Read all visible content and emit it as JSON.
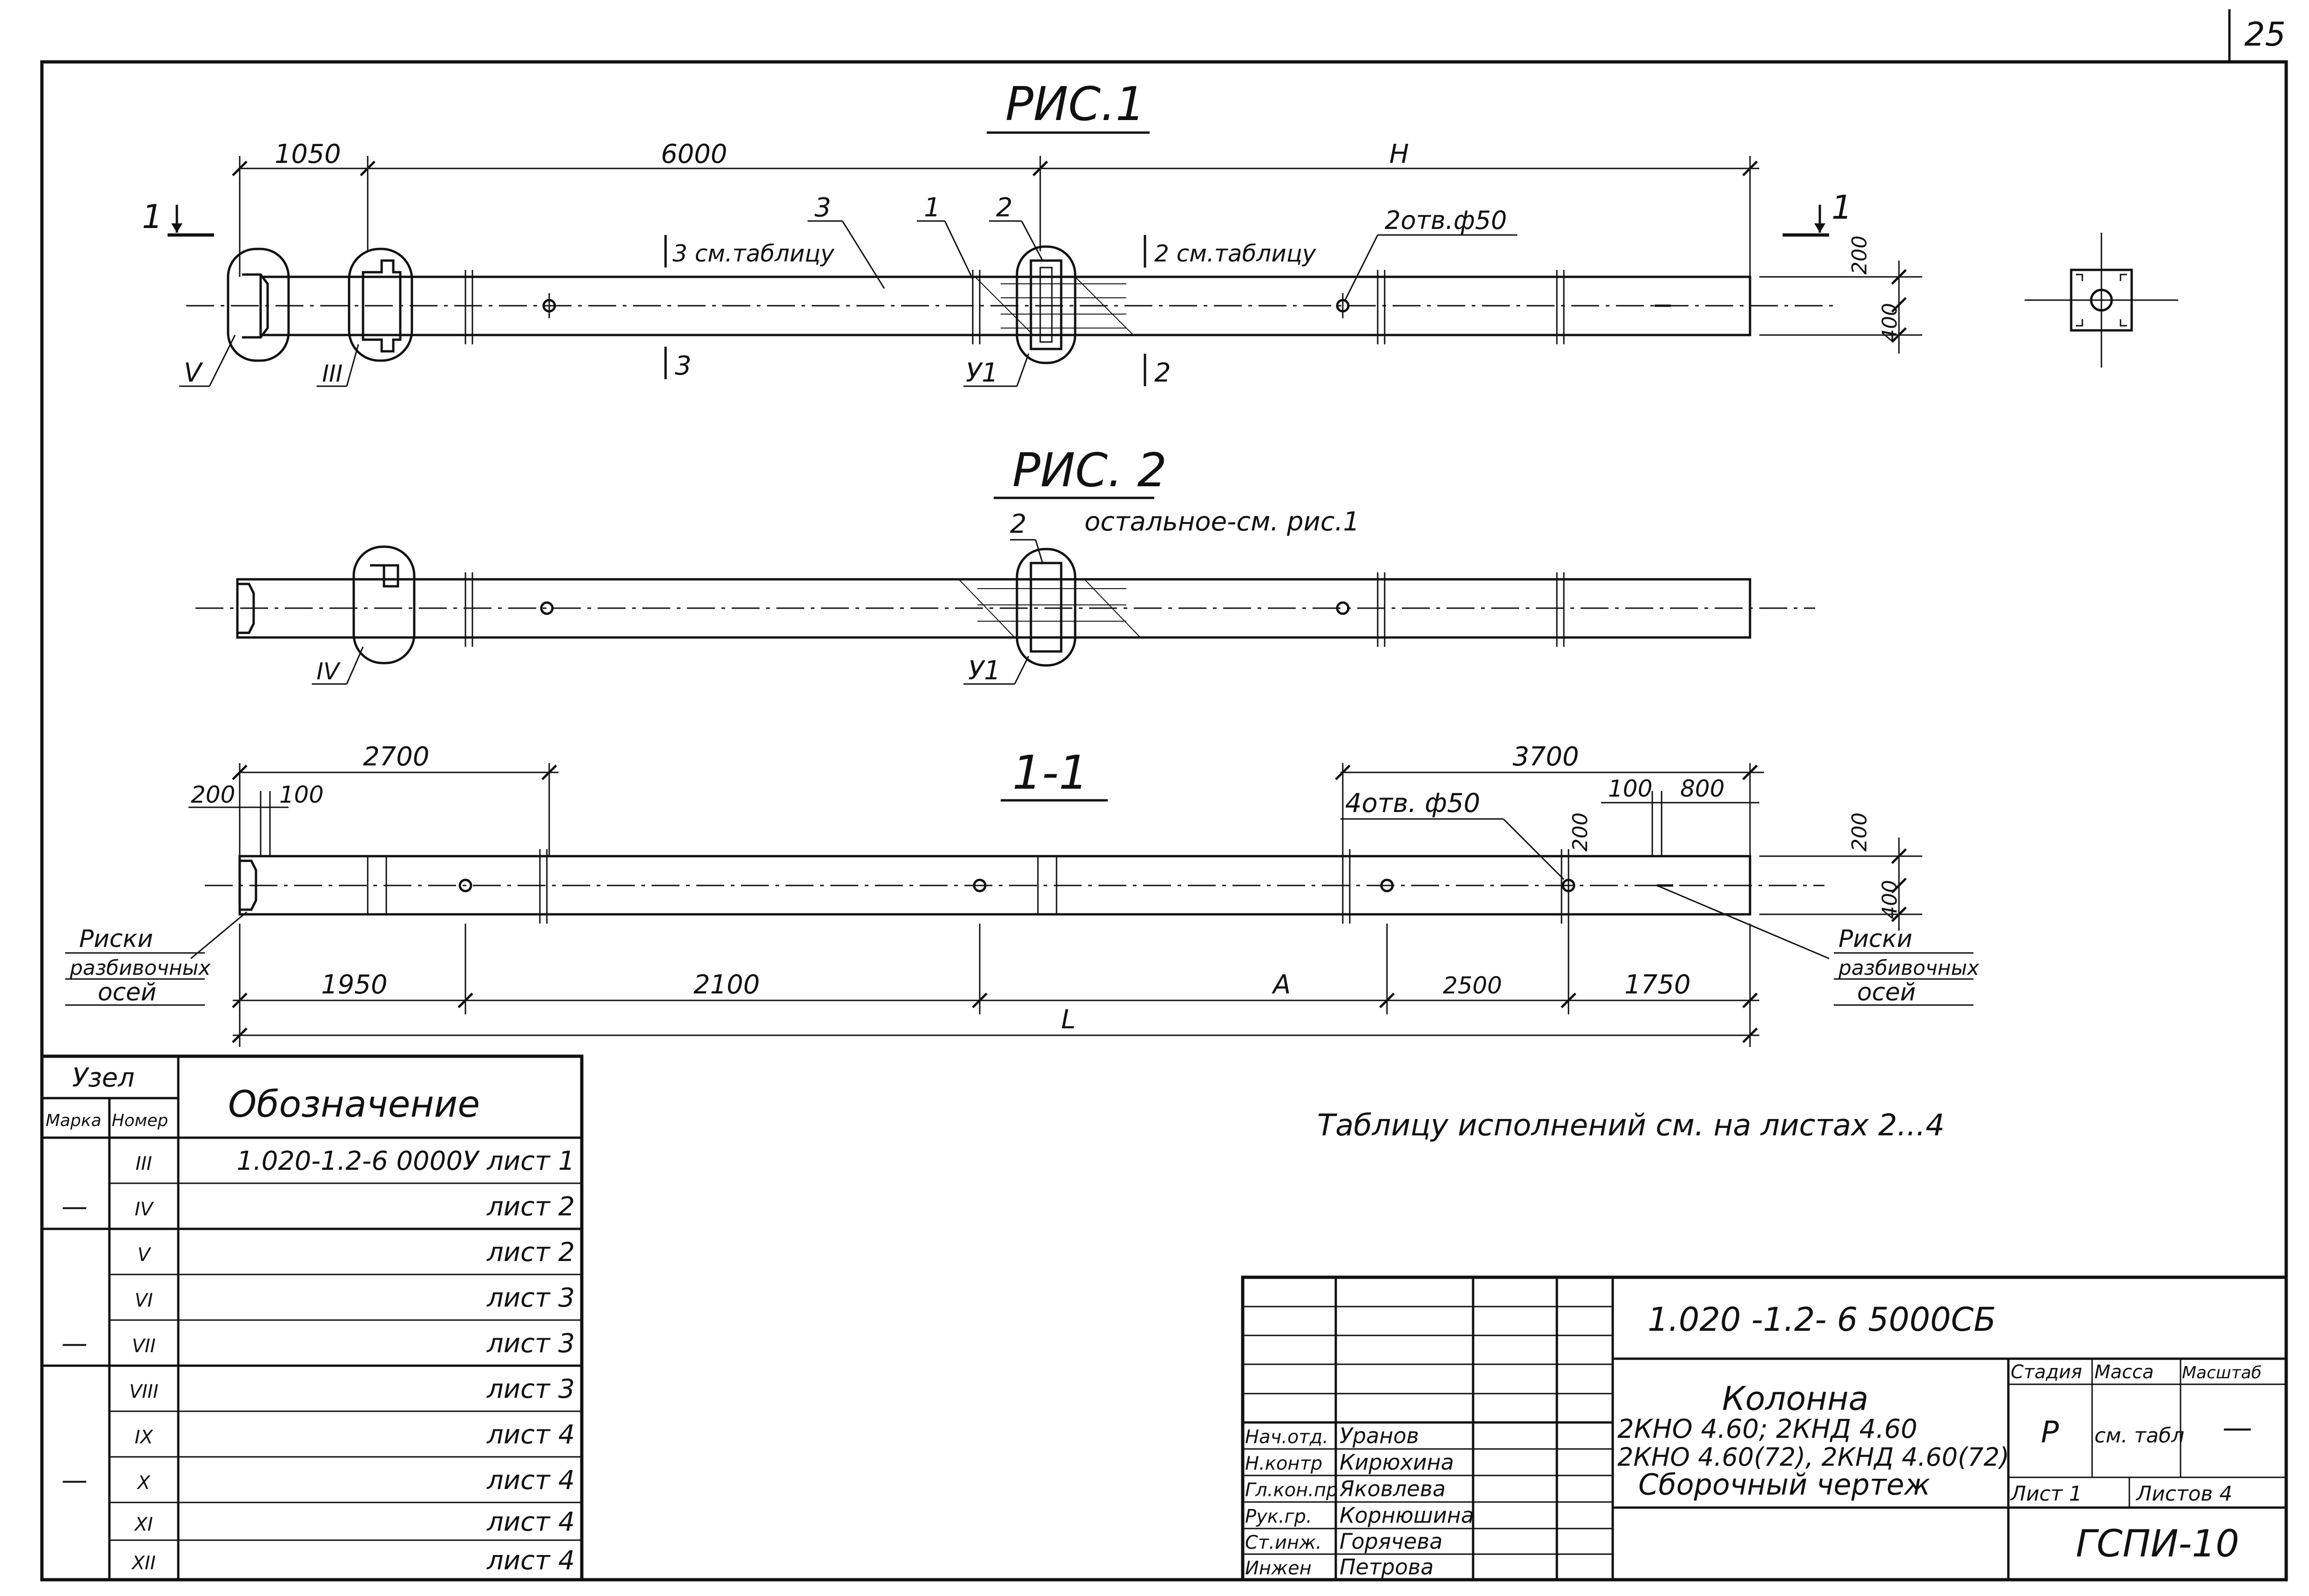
{
  "sheet": {
    "number": "25"
  },
  "fig1": {
    "title": "РИС.1",
    "dims": {
      "d1": "1050",
      "d2": "6000",
      "d3": "H"
    },
    "leaders": {
      "p3": "3",
      "p1": "1",
      "p2": "2",
      "holes": "2отв.ф50"
    },
    "sections": {
      "s3_top": "3 см.таблицу",
      "s3_bottom": "3",
      "s2_top": "2 см.таблицу",
      "s2_bottom": "2",
      "cut_left": "1",
      "cut_right": "1"
    },
    "nodes": {
      "n5": "V",
      "n3": "III",
      "n1": "У1"
    },
    "height_dims": {
      "h200": "200",
      "h400": "400"
    }
  },
  "fig2": {
    "title": "РИС. 2",
    "note": "остальное-см. рис.1",
    "leader_2": "2",
    "nodes": {
      "n4": "IV",
      "n1": "У1"
    }
  },
  "sec11": {
    "title": "1-1",
    "top_dims": {
      "d200": "200",
      "d100a": "100",
      "d2700": "2700",
      "d3700": "3700",
      "d100b": "100",
      "d800": "800",
      "h200a": "200",
      "h200b": "200",
      "h400": "400"
    },
    "holes": "4отв. ф50",
    "bottom_dims": {
      "d1950": "1950",
      "d2100": "2100",
      "dA": "A",
      "d2500": "2500",
      "d1750": "1750",
      "dL": "L"
    },
    "left_note": [
      "Риски",
      "разбивочных",
      "осей"
    ],
    "right_note": [
      "Риски",
      "разбивочных",
      "осей"
    ]
  },
  "node_table": {
    "header_node": "Узел",
    "header_mark": "Марка",
    "header_number": "Номер",
    "header_designation": "Обозначение",
    "rows": [
      {
        "mark": "",
        "number": "III",
        "designation": "1.020-1.2-6 0000У лист 1"
      },
      {
        "mark": "—",
        "number": "IV",
        "designation": "лист 2"
      },
      {
        "mark": "",
        "number": "V",
        "designation": "лист 2"
      },
      {
        "mark": "",
        "number": "VI",
        "designation": "лист 3"
      },
      {
        "mark": "—",
        "number": "VII",
        "designation": "лист 3"
      },
      {
        "mark": "",
        "number": "VIII",
        "designation": "лист 3"
      },
      {
        "mark": "",
        "number": "IX",
        "designation": "лист 4"
      },
      {
        "mark": "—",
        "number": "X",
        "designation": "лист 4"
      },
      {
        "mark": "",
        "number": "XI",
        "designation": "лист 4"
      },
      {
        "mark": "",
        "number": "XII",
        "designation": "лист 4"
      }
    ]
  },
  "note_text": "Таблицу исполнений см. на листах 2...4",
  "title_block": {
    "code": "1.020 -1.2- 6 5000СБ",
    "name": [
      "Колонна",
      "2КНО 4.60; 2КНД 4.60",
      "2КНО 4.60(72), 2КНД 4.60(72)",
      "Сборочный чертеж"
    ],
    "stage_label": "Стадия",
    "mass_label": "Масса",
    "scale_label": "Масштаб",
    "stage_value": "Р",
    "mass_value": "см. табл",
    "scale_value": "—",
    "sheet_label": "Лист 1",
    "sheets_label": "Листов 4",
    "org": "ГСПИ-10",
    "staff": [
      {
        "role": "Нач.отд.",
        "name": "Уранов"
      },
      {
        "role": "Н.контр",
        "name": "Кирюхина"
      },
      {
        "role": "Гл.кон.пр",
        "name": "Яковлева"
      },
      {
        "role": "Рук.гр.",
        "name": "Корнюшина"
      },
      {
        "role": "Ст.инж.",
        "name": "Горячева"
      },
      {
        "role": "Инжен",
        "name": "Петрова"
      }
    ]
  }
}
